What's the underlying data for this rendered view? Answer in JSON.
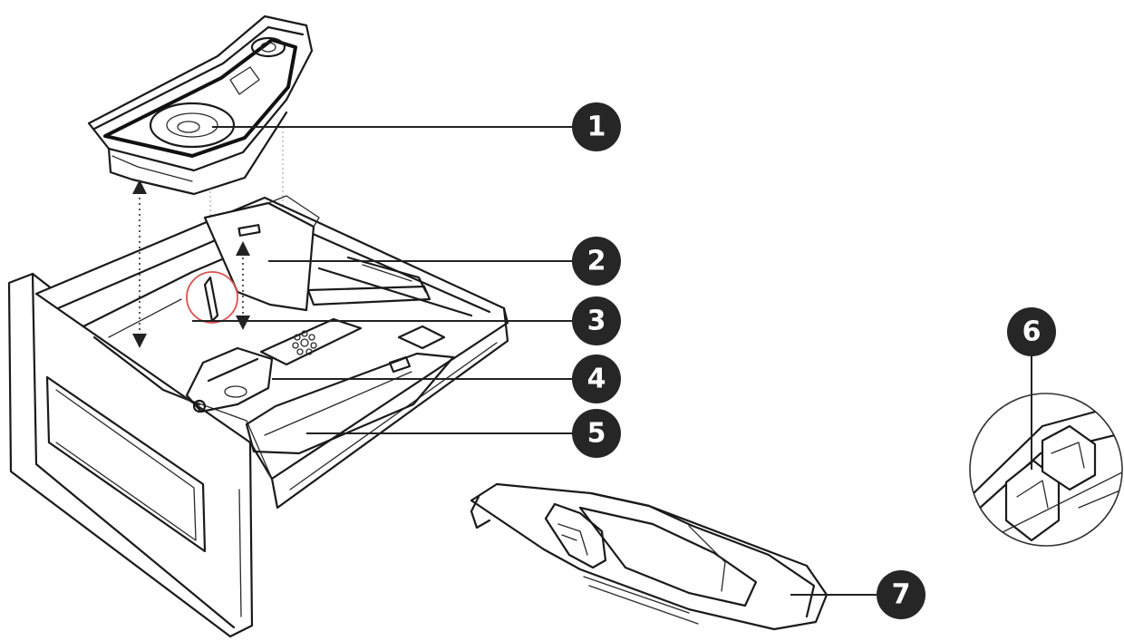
{
  "callouts": [
    {
      "id": "1",
      "label": "1"
    },
    {
      "id": "2",
      "label": "2"
    },
    {
      "id": "3",
      "label": "3"
    },
    {
      "id": "4",
      "label": "4"
    },
    {
      "id": "5",
      "label": "5"
    },
    {
      "id": "6",
      "label": "6"
    },
    {
      "id": "7",
      "label": "7"
    }
  ],
  "colors": {
    "badge": "#262626",
    "highlight_ring": "#d9534f",
    "line": "#1a1a1a"
  },
  "icons": [
    "up-down-arrow-icon",
    "highlight-circle-icon",
    "magnifier-inset-icon"
  ]
}
